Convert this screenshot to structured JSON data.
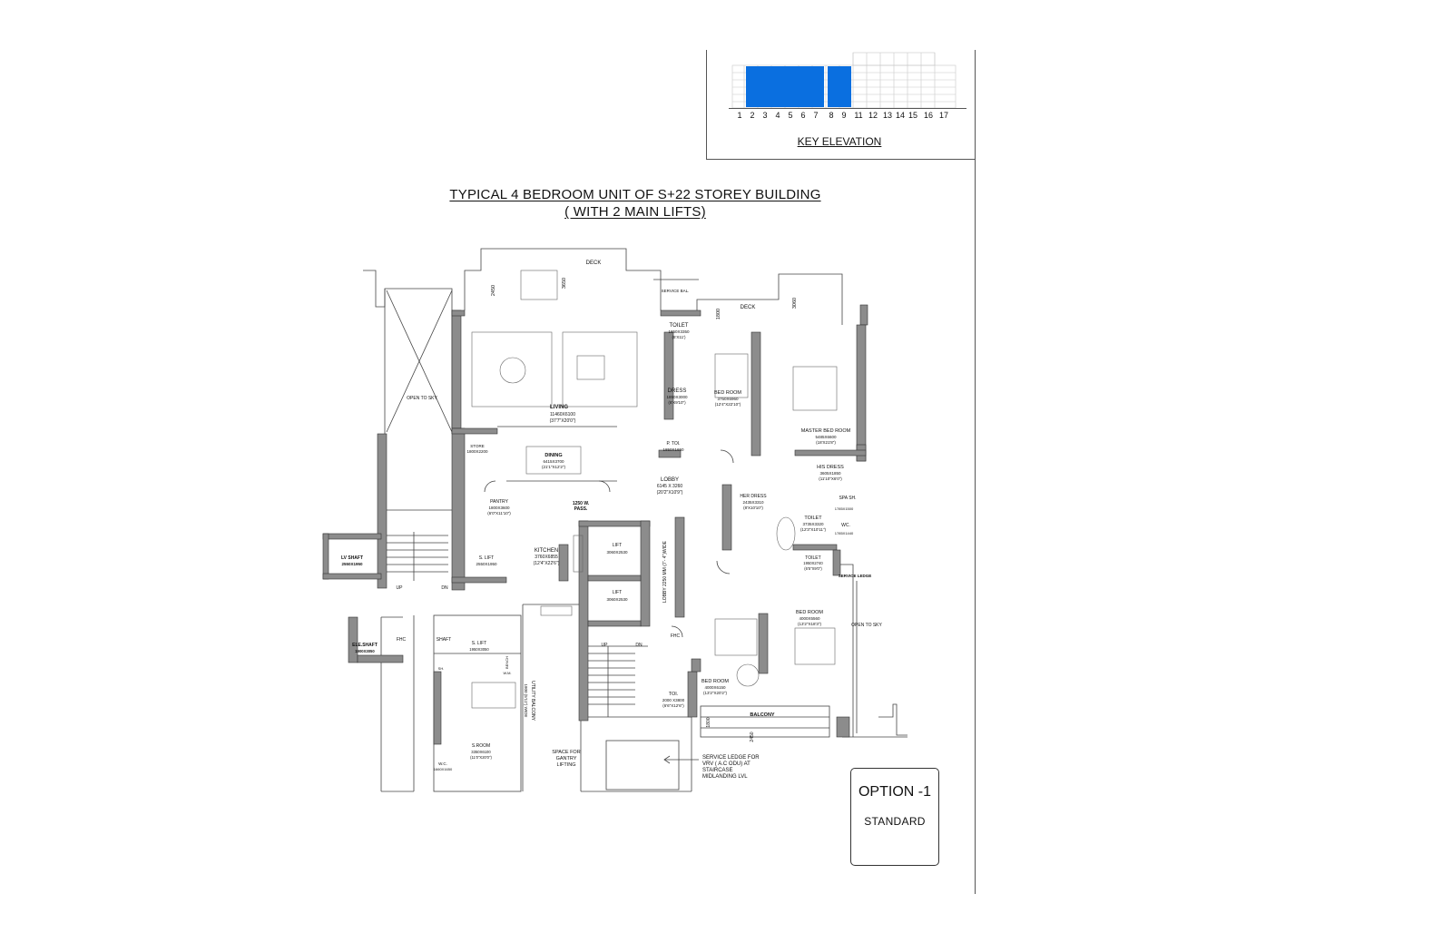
{
  "key_elevation": {
    "title": "KEY ELEVATION",
    "floors": [
      "1",
      "2",
      "3",
      "4",
      "5",
      "6",
      "7",
      "8",
      "9",
      "11",
      "12",
      "13",
      "14",
      "15",
      "16",
      "17"
    ],
    "highlight_color": "#0a6fe0"
  },
  "heading": {
    "line1": "TYPICAL 4 BEDROOM UNIT OF S+22  STOREY BUILDING",
    "line2": "( WITH 2 MAIN LIFTS)"
  },
  "rooms": {
    "deck_top": "DECK",
    "deck_right": "DECK",
    "service_bal": "SERVICE BAL.",
    "open_to_sky_left": "OPEN TO SKY",
    "open_to_sky_right": "OPEN TO SKY",
    "living": "LIVING",
    "living_dim1": "11460X6100",
    "living_dim2": "(37'7\"X20'0\")",
    "dining": "DINING",
    "dining_dim1": "6415X3700",
    "dining_dim2": "(21'1\"X12'2\")",
    "store": "STORE",
    "store_dim": "1800X2200",
    "pantry": "PANTRY",
    "pantry_dim1": "1800X3600",
    "pantry_dim2": "(6'0\"X11'10\")",
    "pass": "1250 W.",
    "pass2": "PASS.",
    "kitchen": "KITCHEN",
    "kitchen_dim1": "3760X6855",
    "kitchen_dim2": "(12'4\"X22'6\")",
    "lobby": "LOBBY",
    "lobby_dim1": "6145 X 3260",
    "lobby_dim2": "(20'2\"X10'9\")",
    "lobby_v": "LOBBY 2250 MM (7'- 4\")WIDE",
    "lift1": "LIFT",
    "lift1_dim": "3060X2530",
    "lift2": "LIFT",
    "lift2_dim": "3060X2530",
    "toilet1": "TOILET",
    "toilet1_dim1": "1850X3350",
    "toilet1_dim2": "(6'X11')",
    "dress": "DRESS",
    "dress_dim1": "1850X3000",
    "dress_dim2": "(6'X9'10\")",
    "bed1": "BED ROOM",
    "bed1_dim1": "3750X6960",
    "bed1_dim2": "(12'4\"X22'10\")",
    "ptoi": "P. TOI.",
    "ptoi_dim": "1850X1650",
    "master": "MASTER BED ROOM",
    "master_dim1": "5485X6600",
    "master_dim2": "(18'X21'8\")",
    "his": "HIS DRESS",
    "his_dim1": "3605X1850",
    "his_dim2": "(11'10\"X6'0\")",
    "her": "HER DRESS",
    "her_dim1": "2435X3310",
    "her_dim2": "(8'X10'10\")",
    "spa": "SPA SH.",
    "spa_dim": "1785X1500",
    "toilet2": "TOILET",
    "toilet2_dim1": "3735X3320",
    "toilet2_dim2": "(12'3\"X10'11\")",
    "wc": "WC.",
    "wc_dim": "1785X1440",
    "toilet3": "TOILET",
    "toilet3_dim1": "1950X2740",
    "toilet3_dim2": "(6'5\"X9'0\")",
    "service_ledge": "SERVICE LEDGE",
    "bed2": "BED ROOM",
    "bed2_dim1": "4000X5560",
    "bed2_dim2": "(13'2\"X18'3\")",
    "bed3": "BED ROOM",
    "bed3_dim1": "4000X6150",
    "bed3_dim2": "(13'2\"X20'2\")",
    "toi4": "TOI.",
    "toi4_dim1": "2000 X3800",
    "toi4_dim2": "(6'6\"X12'6\")",
    "balcony": "BALCONY",
    "lv_shaft": "LV SHAFT",
    "lv_dim": "2550X1950",
    "s_lift1": "S. LIFT",
    "s_lift1_dim": "2550X1950",
    "ele_shaft": "ELE.SHAFT",
    "ele_dim": "1900X3050",
    "fhc1": "FHC",
    "fhc2": "FHC",
    "shaft": "SHAFT",
    "s_lift2": "S. LIFT",
    "s_lift2_dim": "1950X3050",
    "bench": "BENCH",
    "wm": "W.M.",
    "utility": "UTILITY BALCONY",
    "utility_dim": "1800 (5'11\") WIDE",
    "sroom": "S.ROOM",
    "sroom_dim": "3350X6100",
    "sroom_dim2": "(11'0\"X20'0\")",
    "wc2": "W.C.",
    "wc2_dim": "1660X1650",
    "sh": "SH.",
    "gantry": "SPACE FOR",
    "gantry2": "GANTRY",
    "gantry3": "LIFTING",
    "up1": "UP",
    "dn1": "DN",
    "up2": "UP",
    "dn2": "DN",
    "dim_2450": "2450",
    "dim_3650": "3650",
    "dim_1800": "1800",
    "dim_3060": "3060",
    "dim_bal1": "1800",
    "dim_bal2": "2450",
    "note1": "SERVICE LEDGE FOR",
    "note2": "VRV ( A.C ODU)  AT",
    "note3": "STAIRCASE",
    "note4": "MIDLANDING LVL"
  },
  "option": {
    "title": "OPTION -1",
    "subtitle": "STANDARD"
  }
}
